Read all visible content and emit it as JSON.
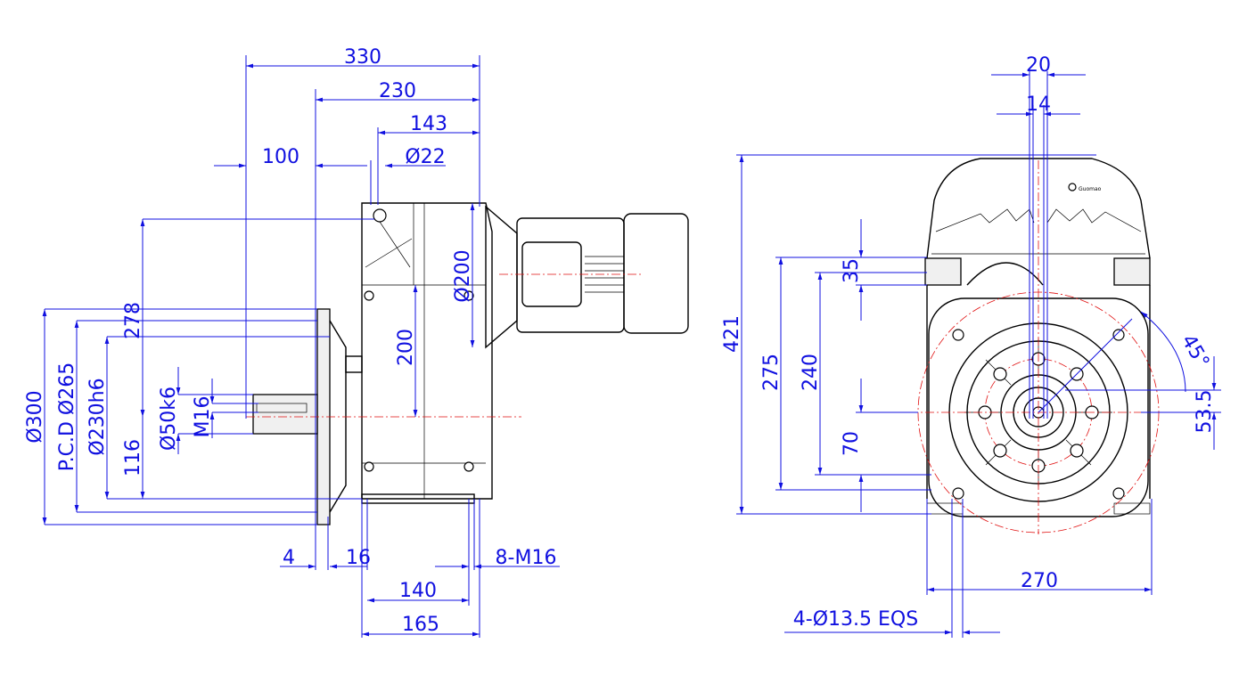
{
  "drawing": {
    "logo_text": "Guomao",
    "left_view": {
      "dims": {
        "d330": "330",
        "d230": "230",
        "d143": "143",
        "d100": "100",
        "d22": "Ø22",
        "d200v": "Ø200",
        "d200": "200",
        "d278": "278",
        "d300": "Ø300",
        "d265": "P.C.D Ø265",
        "d230h6": "Ø230h6",
        "d116": "116",
        "d50k6": "Ø50k6",
        "m16": "M16",
        "d4": "4",
        "d16": "16",
        "m16x8": "8-M16",
        "d140": "140",
        "d165": "165"
      }
    },
    "right_view": {
      "dims": {
        "d20": "20",
        "d14": "14",
        "d421": "421",
        "d35": "35",
        "d275": "275",
        "d240": "240",
        "d70": "70",
        "d45": "45°",
        "d53_5": "53.5",
        "d270": "270",
        "holes": "4-Ø13.5 EQS"
      }
    }
  }
}
